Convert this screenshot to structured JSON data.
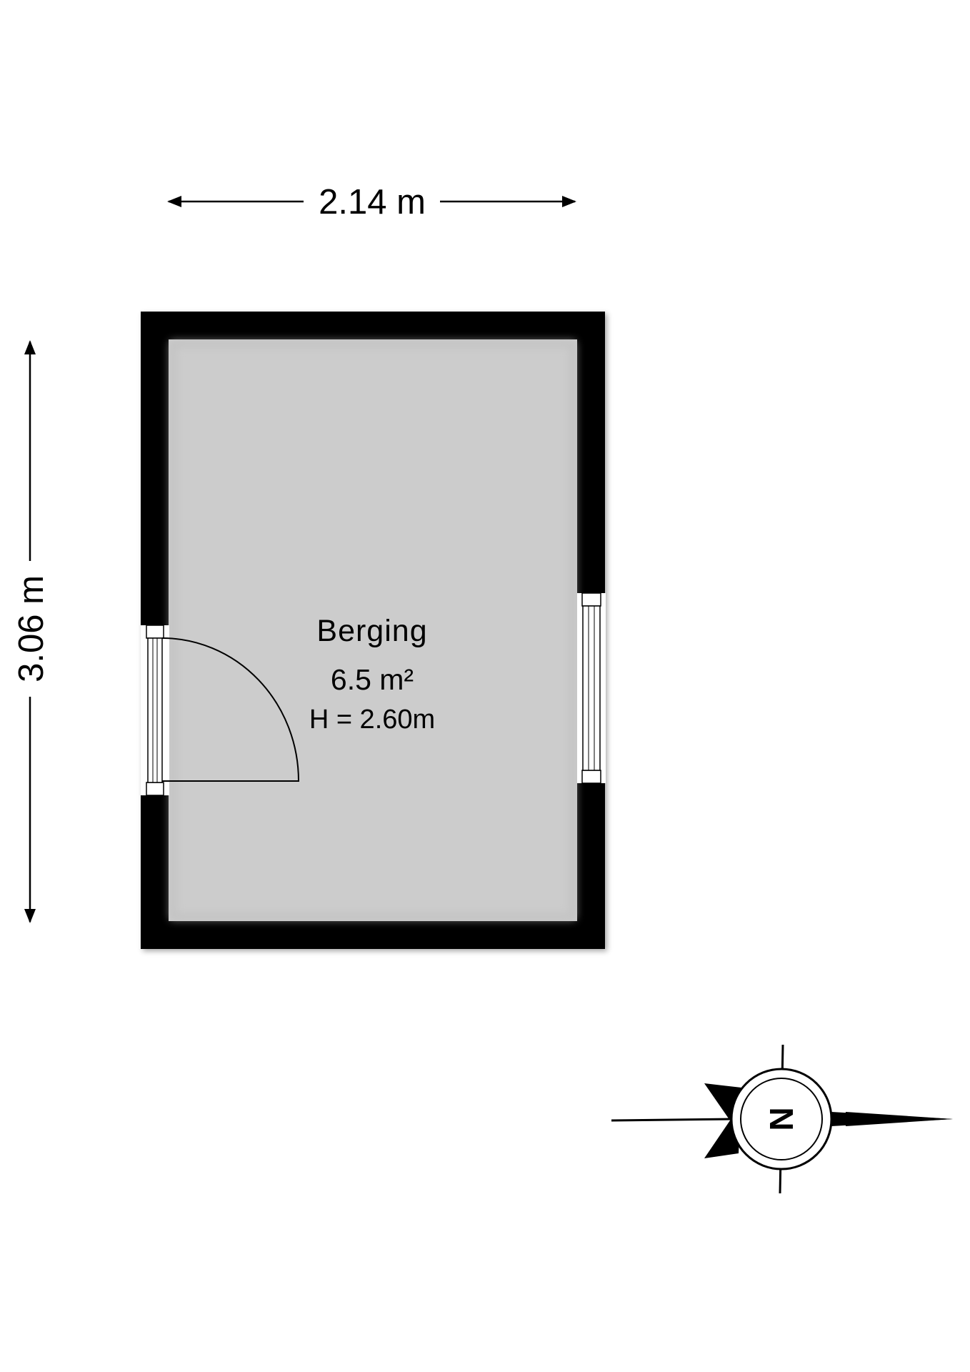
{
  "dimensions": {
    "width": "2.14 m",
    "height": "3.06 m"
  },
  "room": {
    "name": "Berging",
    "area": "6.5 m²",
    "ceiling_height": "H = 2.60m"
  },
  "compass": {
    "letter": "N"
  },
  "colors": {
    "wall": "#000000",
    "floor": "#cccccc",
    "background": "#ffffff"
  }
}
